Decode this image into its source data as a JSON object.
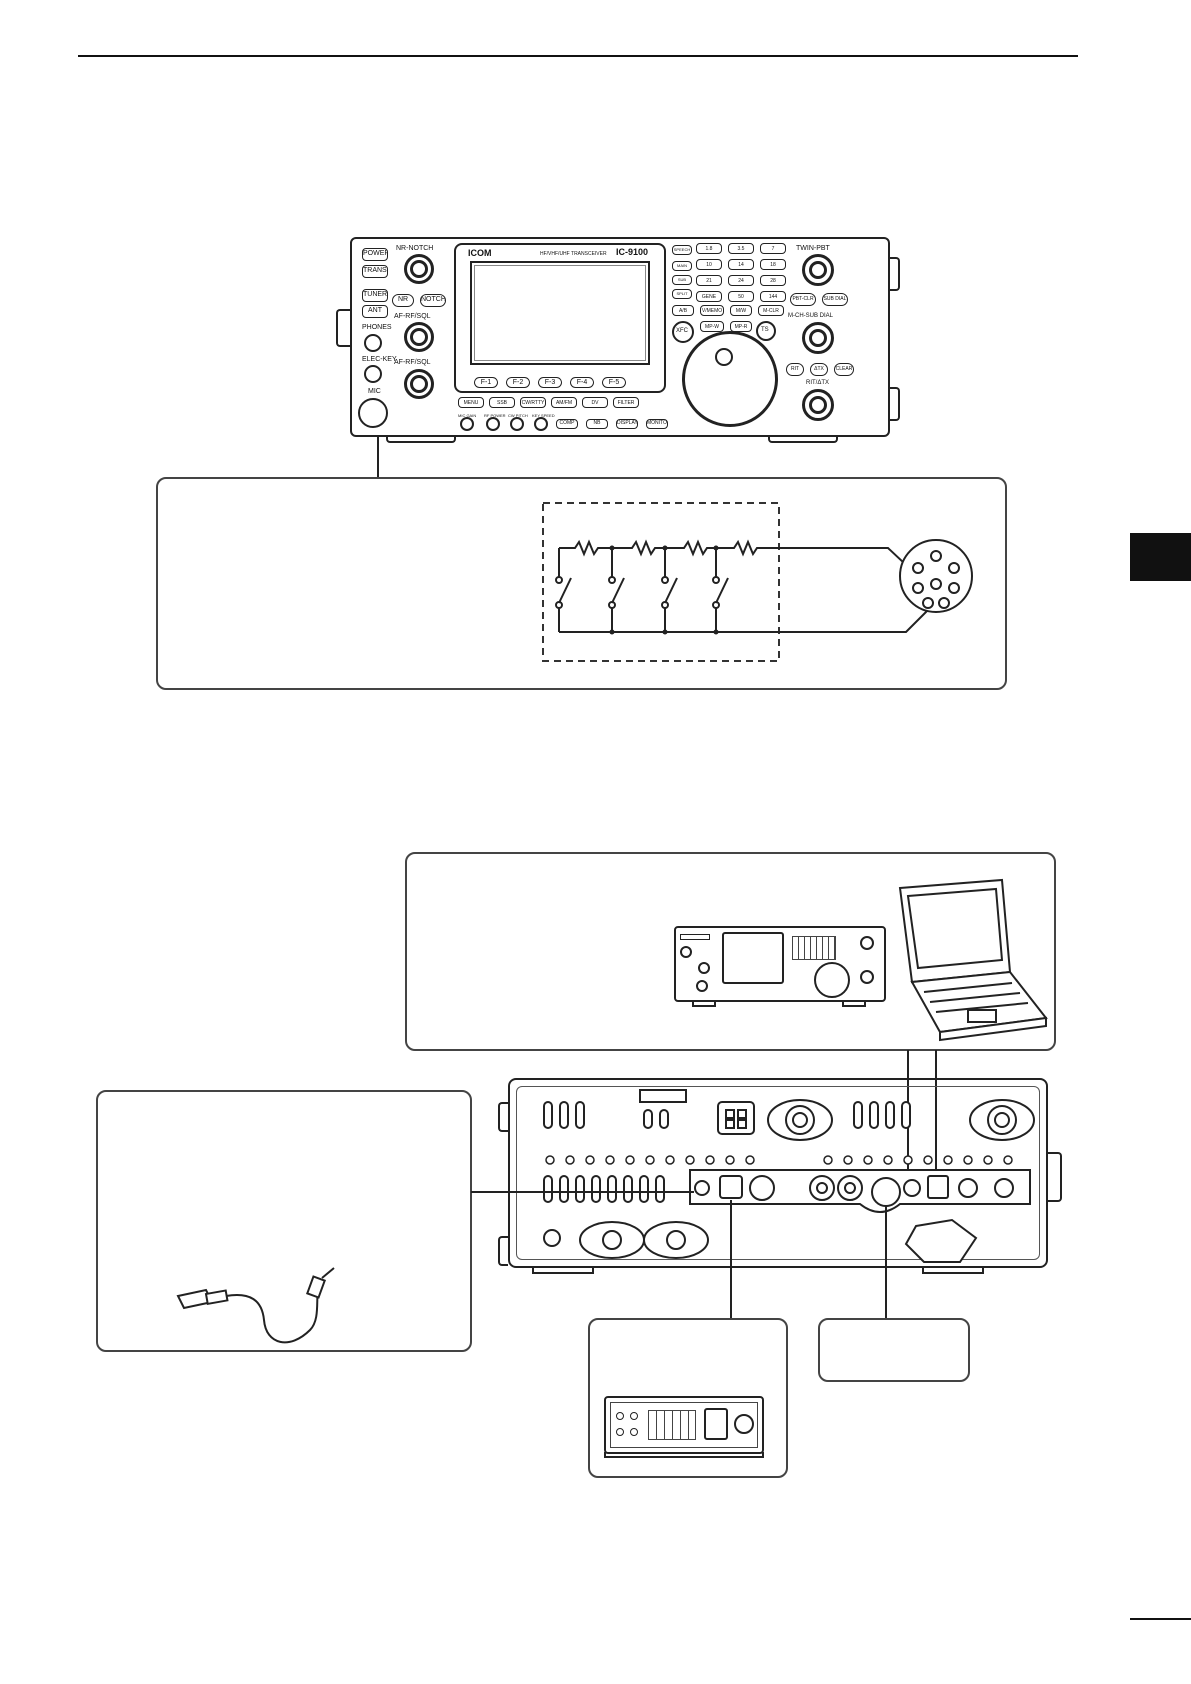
{
  "front_panel": {
    "brand": "ICOM",
    "model": "IC-9100",
    "model_subtitle": "HF/VHF/UHF TRANSCEIVER",
    "left_buttons": [
      "POWER",
      "TRANSMIT",
      "TUNER",
      "ANT"
    ],
    "left_labels": {
      "phones": "PHONES",
      "elec_key": "ELEC-KEY",
      "mic": "MIC"
    },
    "knob_labels": {
      "nr_notch": "NR-NOTCH",
      "af_rf_main": "AF-RF/SQL",
      "af_rf_sub": "AF-RF/SQL",
      "twin_pbt": "TWIN-PBT",
      "mch_subdial": "M-CH-SUB DIAL",
      "rit_tx": "RIT/ΔTX"
    },
    "nr_notch_buttons": [
      "NR",
      "NOTCH"
    ],
    "function_keys": [
      "F-1",
      "F-2",
      "F-3",
      "F-4",
      "F-5"
    ],
    "mode_keys": [
      "MENU",
      "SSB",
      "CW/RTTY",
      "AM/FM",
      "DV",
      "FILTER"
    ],
    "bottom_knob_labels": [
      "MIC GAIN",
      "RF POWER",
      "CW PITCH",
      "KEY SPEED"
    ],
    "bottom_buttons": [
      "COMP",
      "NB",
      "DISPLAY",
      "MONITOR"
    ],
    "keypad": [
      "1.8",
      "3.5",
      "7",
      "10",
      "14",
      "18",
      "21",
      "24",
      "28",
      "GENE",
      "50",
      "144"
    ],
    "keypad_side": [
      "SPEECH",
      "MAIN",
      "SUB",
      "SPLIT"
    ],
    "memory_keys": [
      "A/B",
      "V/MEMO",
      "M/W",
      "M-CLR",
      "MP-W",
      "MP-R"
    ],
    "dial_buttons": [
      "XFC",
      "TS"
    ],
    "right_buttons": [
      "PBT-CLR",
      "SUB DIAL",
      "RIT",
      "ΔTX",
      "CLEAR"
    ]
  }
}
